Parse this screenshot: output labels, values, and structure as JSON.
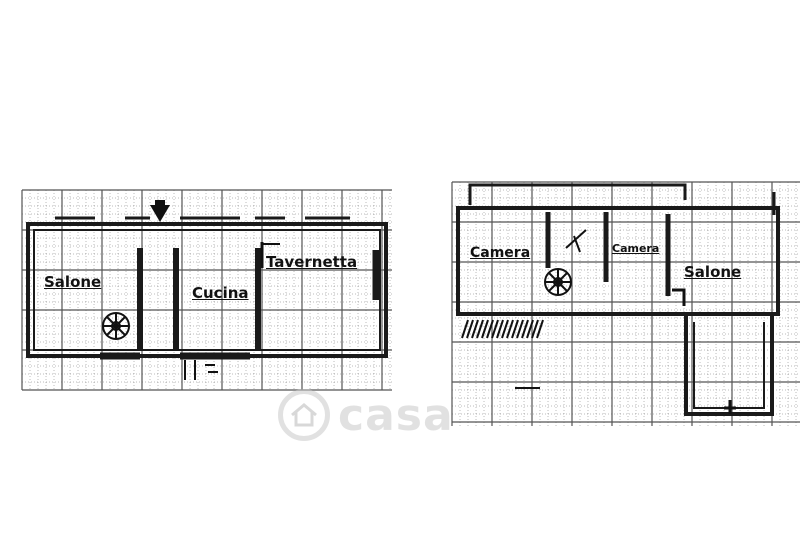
{
  "plan_left": {
    "rooms": [
      {
        "key": "salone",
        "label": "Salone"
      },
      {
        "key": "cucina",
        "label": "Cucina"
      },
      {
        "key": "tavernetta",
        "label": "Tavernetta"
      }
    ]
  },
  "plan_right": {
    "rooms": [
      {
        "key": "camera1",
        "label": "Camera"
      },
      {
        "key": "camera2",
        "label": "Camera"
      },
      {
        "key": "salone",
        "label": "Salone"
      }
    ]
  },
  "watermark": {
    "text": "casa",
    "icon": "house-icon",
    "color": "#c8c8c8"
  },
  "colors": {
    "wall": "#1a1a1a",
    "grid": "#555555",
    "background": "#ffffff"
  }
}
